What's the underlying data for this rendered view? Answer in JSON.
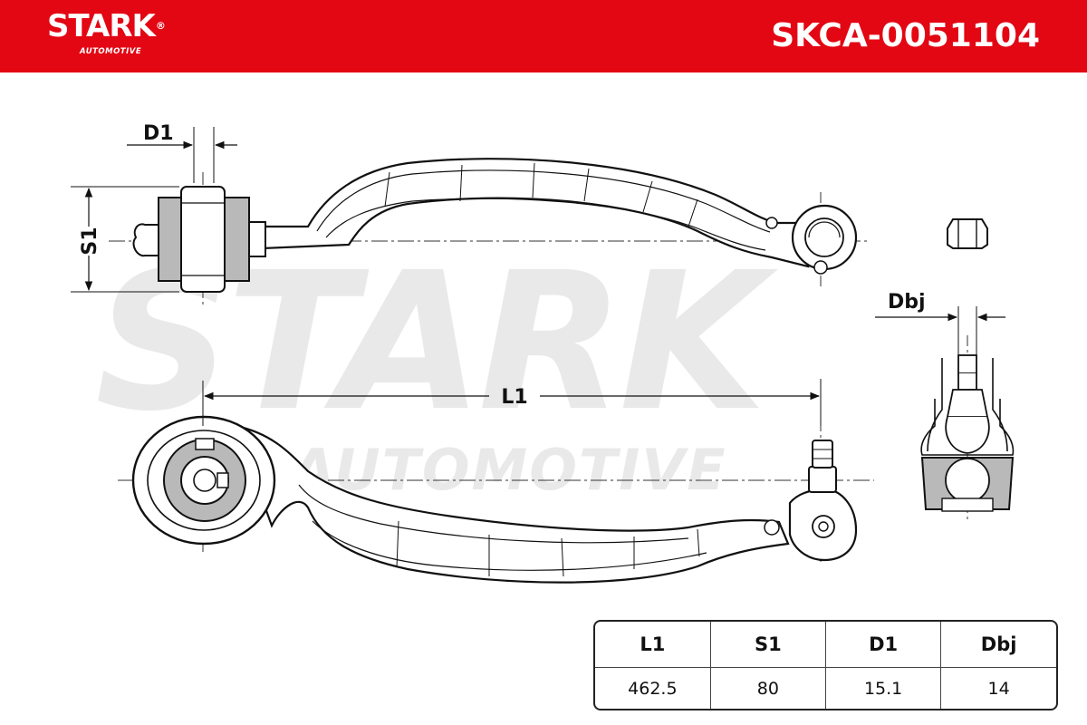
{
  "header": {
    "brand": "STARK",
    "brand_reg": "®",
    "brand_sub": "AUTOMOTIVE",
    "part_number": "SKCA-0051104",
    "color": "#e30613"
  },
  "watermark": {
    "main": "STARK",
    "sub": "AUTOMOTIVE"
  },
  "dimensions": {
    "d1": "D1",
    "s1": "S1",
    "l1": "L1",
    "dbj": "Dbj"
  },
  "specs": {
    "headers": [
      "L1",
      "S1",
      "D1",
      "Dbj"
    ],
    "values": [
      "462.5",
      "80",
      "15.1",
      "14"
    ]
  }
}
